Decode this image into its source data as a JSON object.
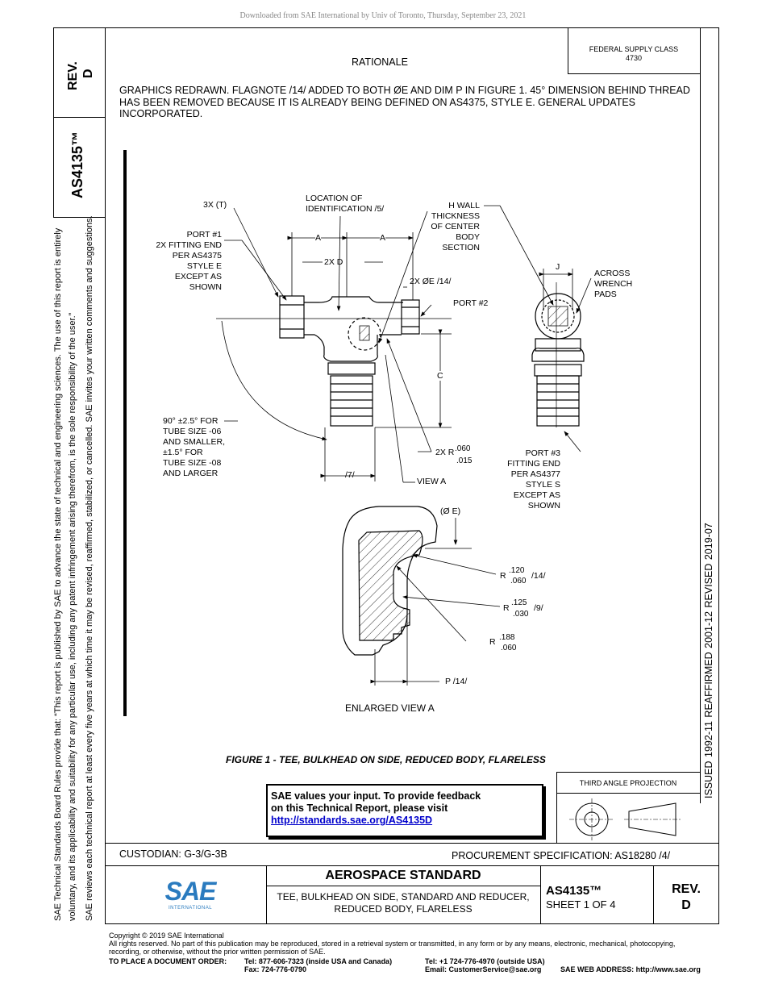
{
  "watermark": "Downloaded from SAE International by Univ of Toronto, Thursday, September 23, 2021",
  "side_left": {
    "line1": "SAE Technical Standards Board Rules provide that: “This report is published by SAE to advance the state of technical and engineering sciences. The use of this report is entirely",
    "line2": "voluntary, and its applicability and suitability for any particular use, including any patent infringement arising therefrom, is the sole responsibility of the user.”",
    "line3": "SAE reviews each technical report at least every five years at which time it may be revised, reaffirmed, stabilized, or cancelled. SAE invites your written comments and suggestions."
  },
  "side_block": {
    "rev_label": "REV.",
    "rev_value": "D",
    "doc_id": "AS4135™"
  },
  "side_right": {
    "dates": "ISSUED 1992-11    REAFFIRMED 2001-12    REVISED 2019-07"
  },
  "supply_class": {
    "label": "FEDERAL SUPPLY CLASS",
    "value": "4730"
  },
  "rationale": {
    "heading": "RATIONALE",
    "text": "GRAPHICS REDRAWN. FLAGNOTE /14/ ADDED TO BOTH ØE AND DIM P IN FIGURE 1. 45° DIMENSION BEHIND THREAD HAS BEEN REMOVED BECAUSE IT IS ALREADY BEING DEFINED ON AS4375, STYLE E. GENERAL UPDATES INCORPORATED."
  },
  "drawing": {
    "t3x": "3X (T)",
    "loc1": "LOCATION OF",
    "loc2": "IDENTIFICATION /5/",
    "h1": "H  WALL",
    "h2": "THICKNESS",
    "h3": "OF CENTER",
    "h4": "BODY",
    "h5": "SECTION",
    "p1_1": "PORT #1",
    "p1_2": "2X FITTING END",
    "p1_3": "PER AS4375",
    "p1_4": "STYLE  E",
    "p1_5": "EXCEPT AS",
    "p1_6": "SHOWN",
    "dimA1": "A",
    "dimA2": "A",
    "dim2xd": "2X D",
    "dim2xe": "2X  ØE /14/",
    "port2": "PORT #2",
    "dimJ": "J",
    "across1": "ACROSS",
    "across2": "WRENCH",
    "across3": "PADS",
    "dimC": "C",
    "ang1": "90° ±2.5° FOR",
    "ang2": "TUBE SIZE -06",
    "ang3": "AND SMALLER,",
    "ang4": "±1.5° FOR",
    "ang5": "TUBE SIZE -08",
    "ang6": "AND LARGER",
    "r2x": "2X R",
    "r2x_top": ".060",
    "r2x_bot": ".015",
    "dim7": "/7/",
    "viewa": "VIEW A",
    "p3_1": "PORT #3",
    "p3_2": "FITTING END",
    "p3_3": "PER AS4377",
    "p3_4": "STYLE  S",
    "p3_5": "EXCEPT AS",
    "p3_6": "SHOWN",
    "dimE": "(Ø E)",
    "r1": "R",
    "r1_top": ".120",
    "r1_bot": ".060",
    "r1_flag": "/14/",
    "r2": "R",
    "r2_top": ".125",
    "r2_bot": ".030",
    "r2_flag": "/9/",
    "r3": "R",
    "r3_top": ".188",
    "r3_bot": ".060",
    "dimP": "P /14/",
    "enlarged": "ENLARGED  VIEW A"
  },
  "figure_caption": "FIGURE 1 - TEE, BULKHEAD ON SIDE, REDUCED BODY, FLARELESS",
  "feedback": {
    "line1": "SAE values your input. To provide feedback",
    "line2": "on this Technical Report, please visit",
    "link": "http://standards.sae.org/AS4135D"
  },
  "projection": "THIRD ANGLE PROJECTION",
  "custodian": "CUSTODIAN: G-3/G-3B",
  "procurement": "PROCUREMENT SPECIFICATION: AS18280 /4/",
  "title_block": {
    "heading": "AEROSPACE STANDARD",
    "desc1": "TEE, BULKHEAD ON SIDE, STANDARD AND REDUCER,",
    "desc2": "REDUCED BODY, FLARELESS",
    "doc_id": "AS4135™",
    "sheet": "SHEET 1 OF 4",
    "rev_label": "REV.",
    "rev_value": "D",
    "logo_text": "SAE",
    "logo_sub": "INTERNATIONAL"
  },
  "footer": {
    "copyright": "Copyright © 2019 SAE International",
    "rights1": "All rights reserved. No part of this publication may be reproduced, stored in a retrieval system or transmitted, in any form or by any means, electronic, mechanical, photocopying,",
    "rights2": "recording, or otherwise, without the prior written permission of SAE.",
    "order_label": "TO PLACE A DOCUMENT ORDER:",
    "tel1": "Tel:  877-606-7323 (inside USA and Canada)",
    "fax": "Fax:  724-776-0790",
    "tel2": "Tel: +1 724-776-4970 (outside USA)",
    "email": "Email:  CustomerService@sae.org",
    "web": "SAE WEB ADDRESS: http://www.sae.org"
  }
}
